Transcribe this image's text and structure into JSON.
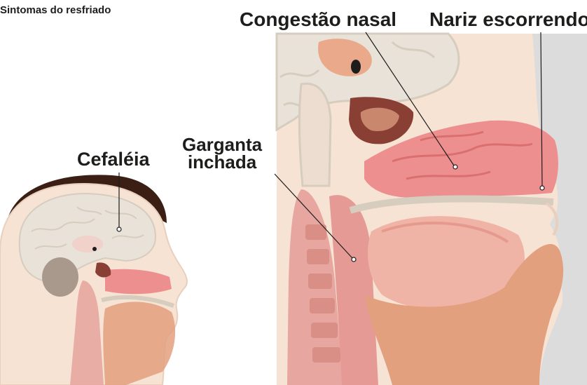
{
  "title": "Sintomas do resfriado",
  "labels": {
    "cefaleia": "Cefaléia",
    "congestao": "Congestão nasal",
    "nariz": "Nariz escorrendo",
    "garganta_line1": "Garganta",
    "garganta_line2": "inchada"
  },
  "colors": {
    "brain": "#e8e2d8",
    "brain_line": "#d6cdbf",
    "skin": "#f6e3d4",
    "nasal": "#ee8f8f",
    "throat": "#e7a6a0",
    "jaw": "#e3a07e",
    "hair": "#3b1f14",
    "background_right": "#dcdcdc"
  }
}
